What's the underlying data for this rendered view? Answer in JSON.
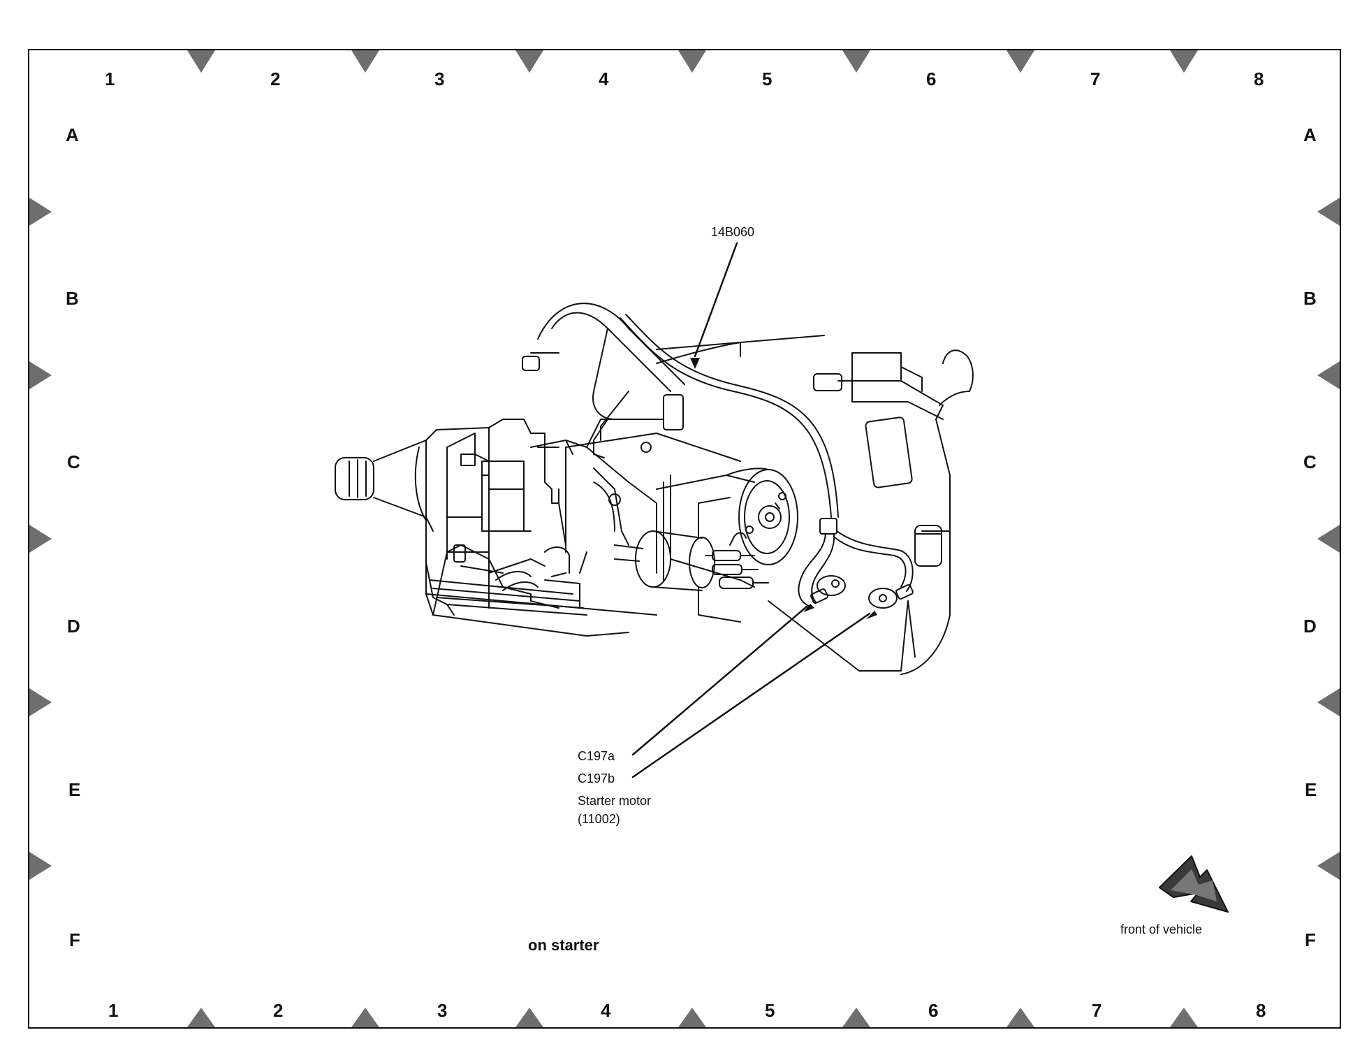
{
  "grid": {
    "columns": [
      "1",
      "2",
      "3",
      "4",
      "5",
      "6",
      "7",
      "8"
    ],
    "rows": [
      "A",
      "B",
      "C",
      "D",
      "E",
      "F"
    ]
  },
  "labels": {
    "wire": "14B060",
    "connector_a": "C197a",
    "connector_b": "C197b",
    "component_name": "Starter motor",
    "component_code": "(11002)",
    "caption": "on starter",
    "orientation": "front of vehicle"
  },
  "colors": {
    "line": "#111111",
    "marker": "#6e6e6e",
    "arrow_fill": "#3a3a3a"
  }
}
